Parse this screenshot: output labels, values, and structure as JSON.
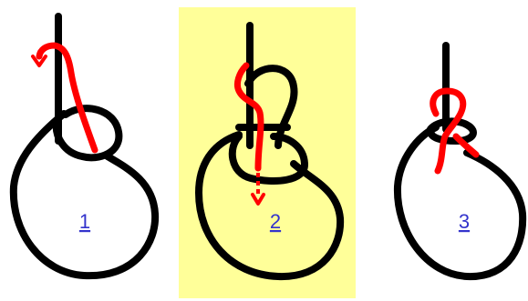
{
  "colors": {
    "background": "#ffffff",
    "rope": "#000000",
    "working_end": "#ff0000",
    "highlight_panel": "#ffff99",
    "link": "#3333cc"
  },
  "steps": [
    {
      "label": "1",
      "highlighted": false
    },
    {
      "label": "2",
      "highlighted": true
    },
    {
      "label": "3",
      "highlighted": false
    }
  ]
}
